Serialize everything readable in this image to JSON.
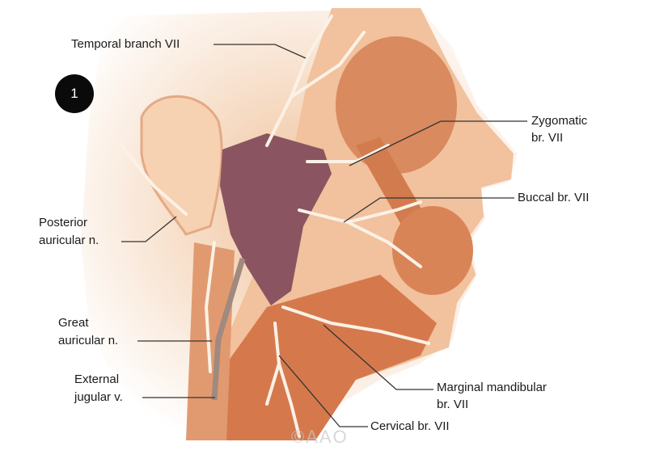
{
  "figure": {
    "badge_number": "1",
    "watermark": "©AAO",
    "labels": {
      "temporal": "Temporal branch VII",
      "zygomatic_1": "Zygomatic",
      "zygomatic_2": "br. VII",
      "buccal": "Buccal br. VII",
      "posterior_auricular_1": "Posterior",
      "posterior_auricular_2": "auricular n.",
      "great_auricular_1": "Great",
      "great_auricular_2": "auricular n.",
      "external_jugular_1": "External",
      "external_jugular_2": "jugular v.",
      "marginal_mandibular_1": "Marginal mandibular",
      "marginal_mandibular_2": "br. VII",
      "cervical": "Cervical br. VII"
    },
    "colors": {
      "skin": "#f3c8a4",
      "muscle": "#d98457",
      "gland": "#8a5560",
      "nerve": "#fbf1e6",
      "badge": "#0a0a0a"
    }
  }
}
